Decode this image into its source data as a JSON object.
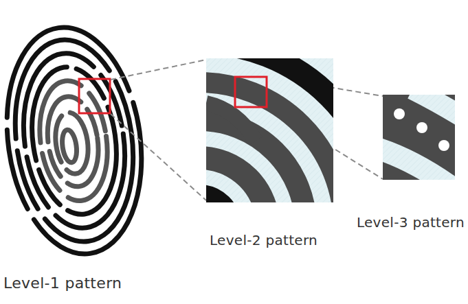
{
  "diagram": {
    "labels": [
      "Level-1 pattern",
      "Level-2 pattern",
      "Level-3 pattern"
    ]
  }
}
